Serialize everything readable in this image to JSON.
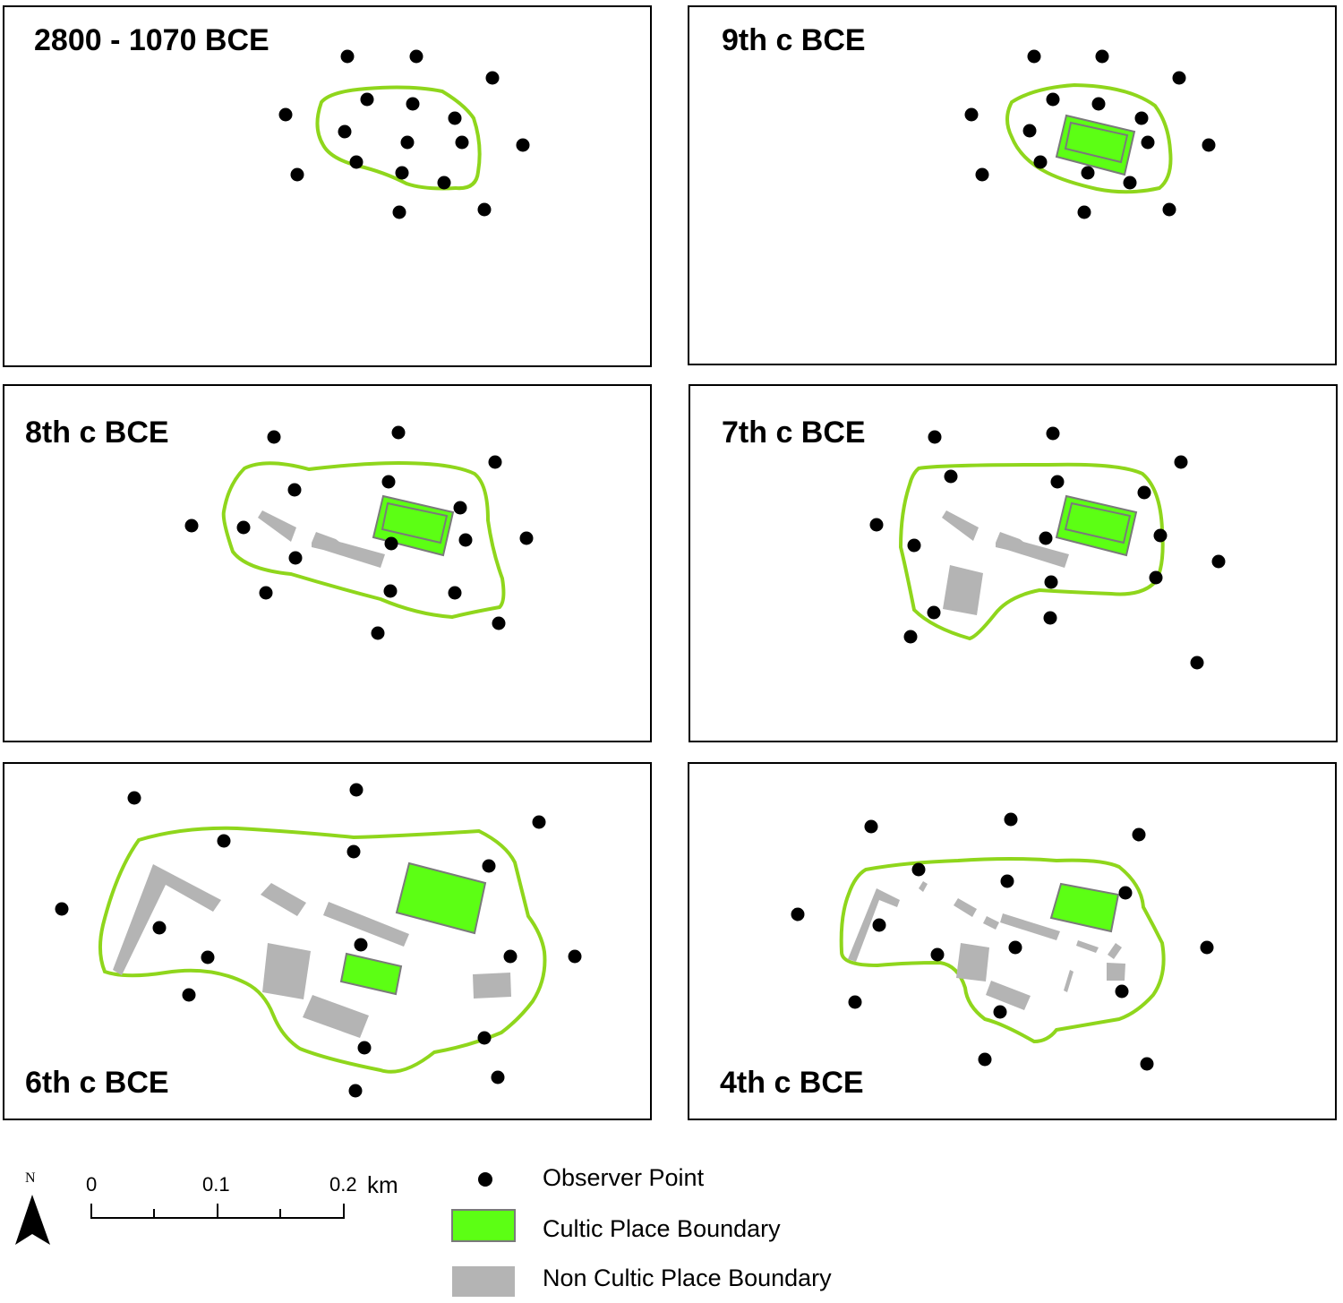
{
  "colors": {
    "site_outline": "#8fd61c",
    "cultic_fill": "#5cff14",
    "cultic_stroke": "#7a7a7a",
    "non_cultic_fill": "#b4b4b4",
    "observer_point": "#000000",
    "panel_border": "#000000"
  },
  "panels": [
    {
      "id": "p1",
      "title": "2800 - 1070 BCE"
    },
    {
      "id": "p2",
      "title": "9th c BCE"
    },
    {
      "id": "p3",
      "title": "8th c BCE"
    },
    {
      "id": "p4",
      "title": "7th c BCE"
    },
    {
      "id": "p5",
      "title": "6th c BCE"
    },
    {
      "id": "p6",
      "title": "4th c BCE"
    }
  ],
  "north_arrow": {
    "label": "N",
    "icon": "north-arrow-icon"
  },
  "scale_bar": {
    "ticks": [
      "0",
      "0.1",
      "0.2"
    ],
    "unit": "km"
  },
  "legend": [
    {
      "symbol": "observer-point-icon",
      "label": "Observer Point"
    },
    {
      "symbol": "cultic-boundary-swatch",
      "label": "Cultic Place Boundary"
    },
    {
      "symbol": "non-cultic-boundary-swatch",
      "label": "Non Cultic Place Boundary"
    }
  ]
}
